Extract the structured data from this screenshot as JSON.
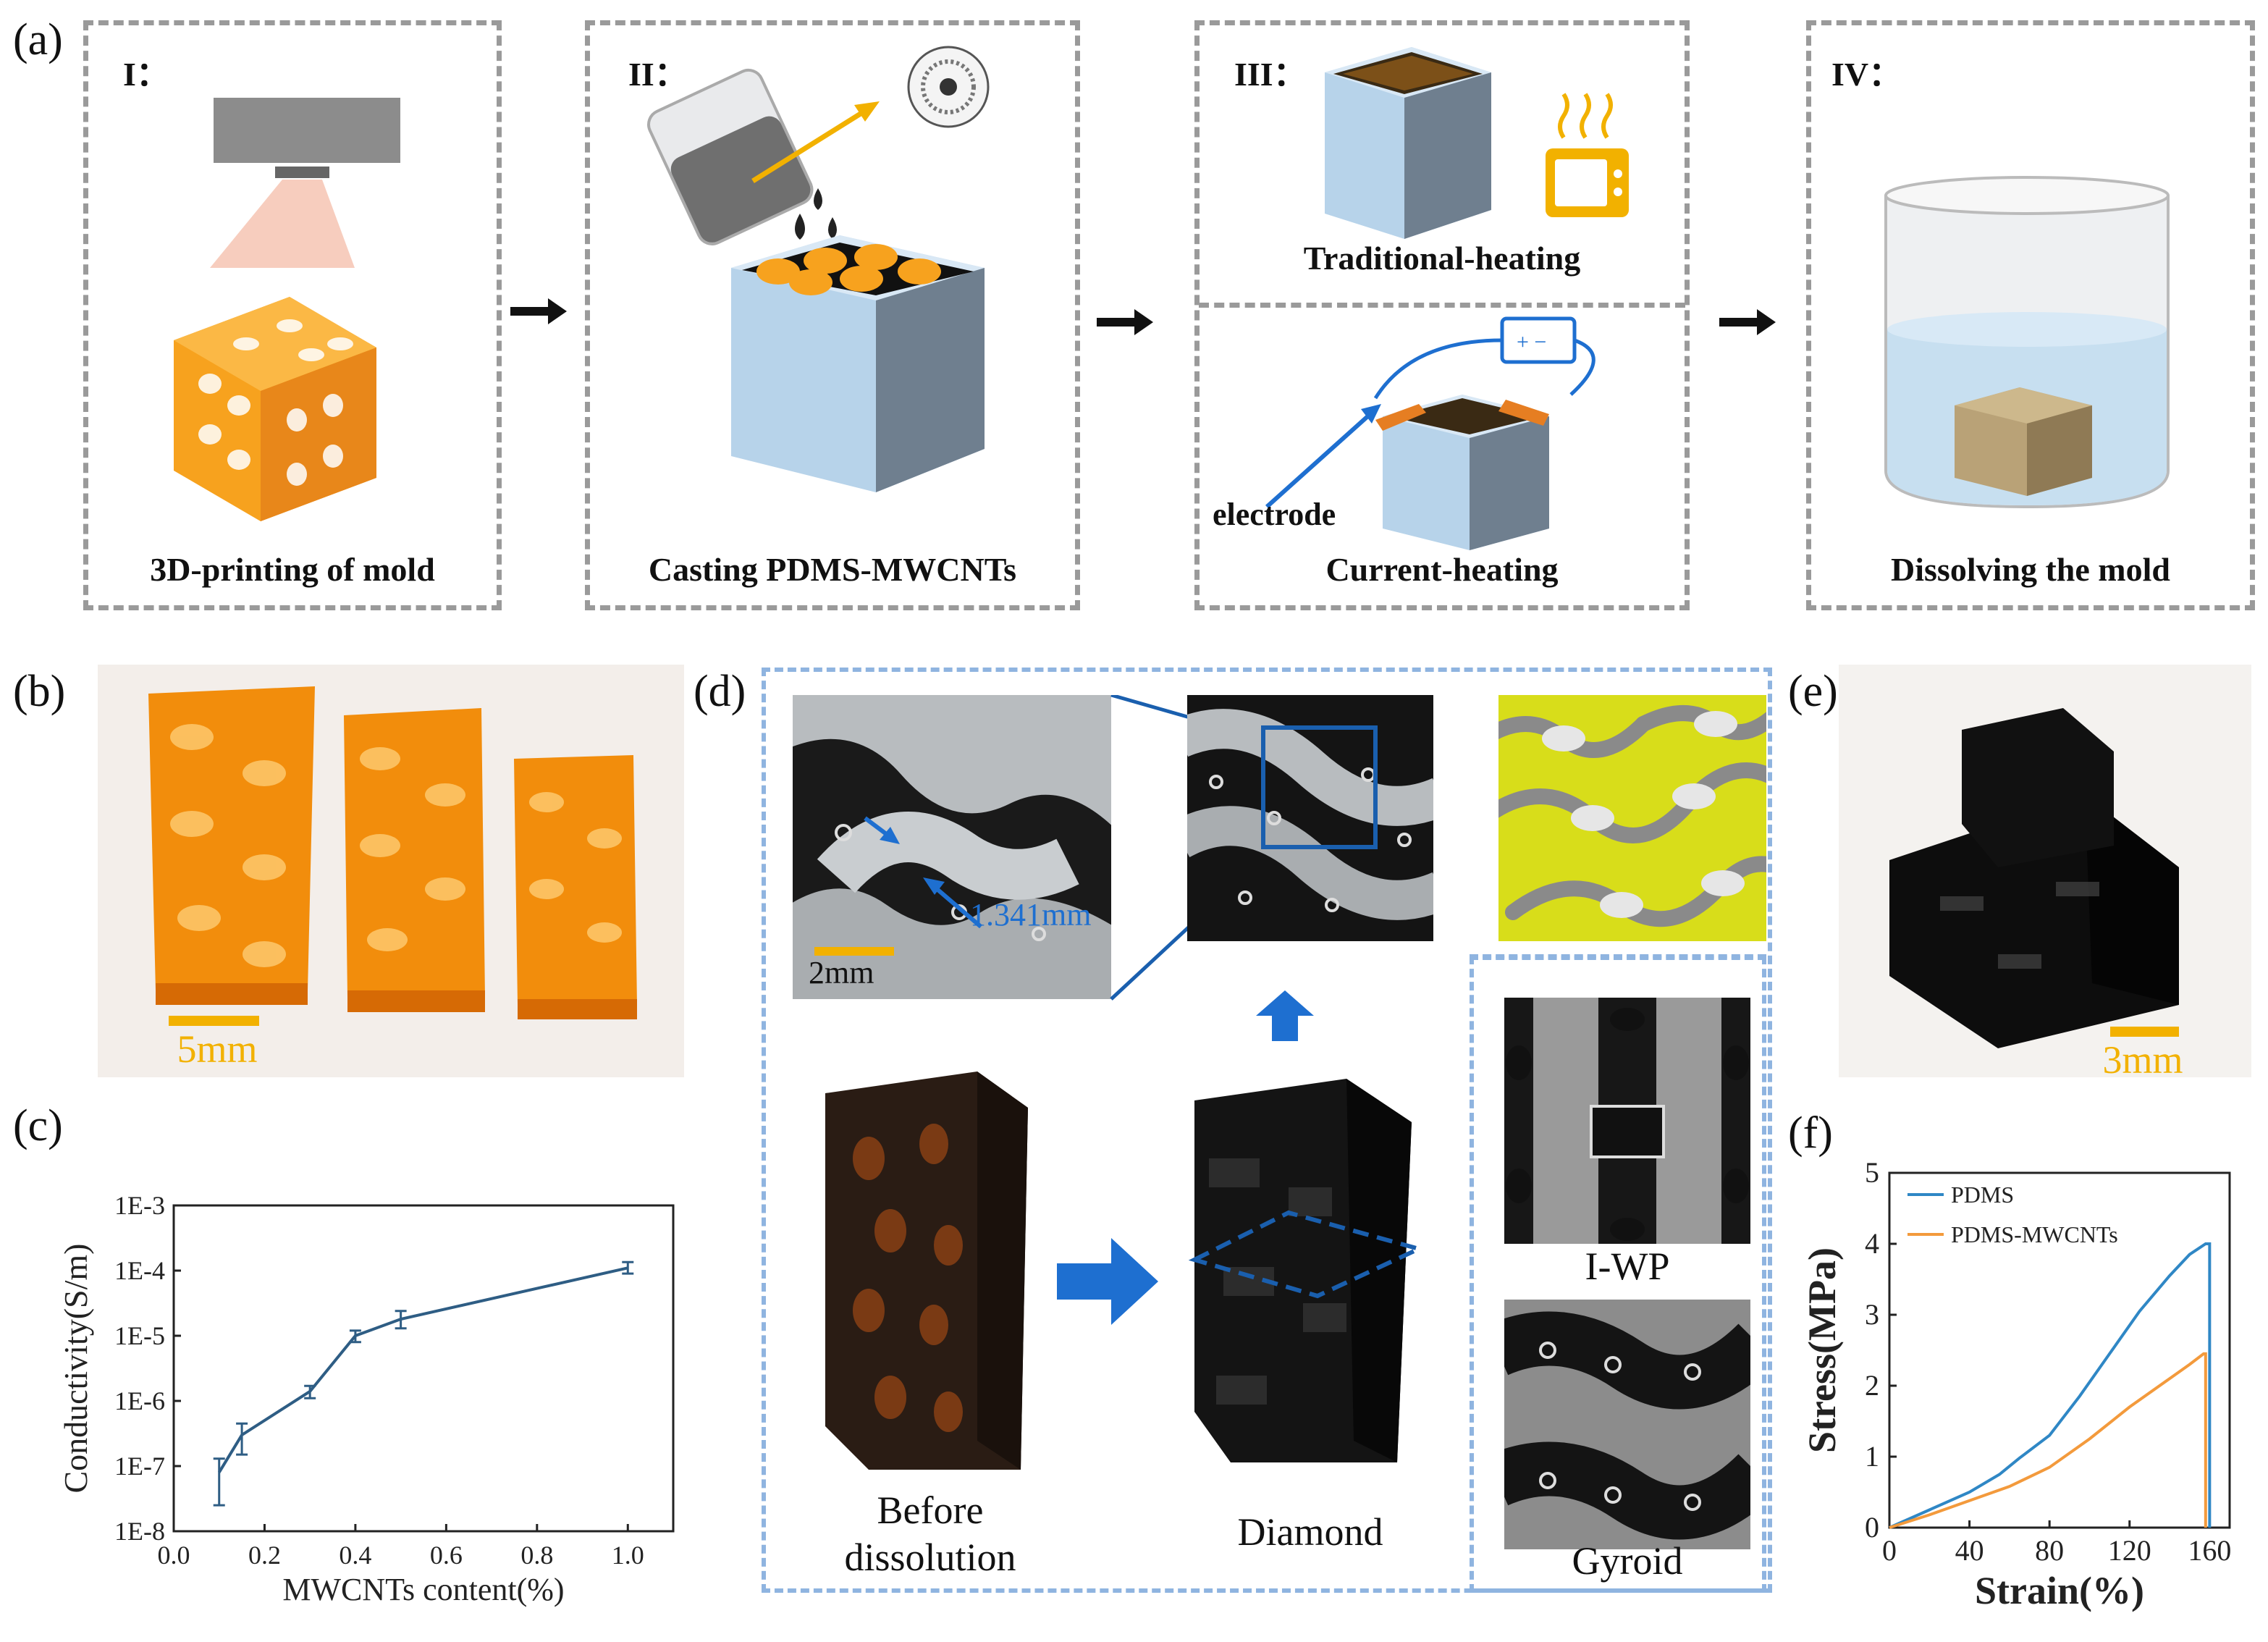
{
  "panels": {
    "a": "(a)",
    "b": "(b)",
    "c": "(c)",
    "d": "(d)",
    "e": "(e)",
    "f": "(f)"
  },
  "steps": [
    {
      "roman": "I：",
      "caption": "3D-printing of mold"
    },
    {
      "roman": "II：",
      "caption": "Casting PDMS-MWCNTs"
    },
    {
      "roman": "III：",
      "caption_top": "Traditional-heating",
      "caption_bottom": "Current-heating",
      "electrode": "electrode"
    },
    {
      "roman": "IV：",
      "caption": "Dissolving the mold"
    }
  ],
  "scale_bars": {
    "b": "5mm",
    "d": "2mm",
    "d_measure": "1.341mm",
    "e": "3mm"
  },
  "d_labels": {
    "before": "Before",
    "before2": "dissolution",
    "diamond": "Diamond",
    "iwp": "I-WP",
    "gyroid": "Gyroid"
  },
  "colors": {
    "orange": "#f59a1c",
    "accent_blue": "#1e6fd0",
    "box_blue": "#b7d3ea",
    "series_pdms": "#2f87c5",
    "series_mwcnt": "#f39a3c"
  },
  "chart_data": [
    {
      "id": "c",
      "type": "line",
      "xlabel": "MWCNTs content(%)",
      "ylabel": "Conductivity(S/m)",
      "yscale": "log",
      "xlim": [
        0.0,
        1.1
      ],
      "ylim_exponent": [
        -8,
        -3
      ],
      "x_ticks": [
        "0.0",
        "0.2",
        "0.4",
        "0.6",
        "0.8",
        "1.0"
      ],
      "y_ticks": [
        "1E-8",
        "1E-7",
        "1E-6",
        "1E-5",
        "1E-4",
        "1E-3"
      ],
      "x": [
        0.1,
        0.15,
        0.3,
        0.4,
        0.5,
        1.0
      ],
      "y": [
        8e-08,
        3e-07,
        1.4e-06,
        1e-05,
        1.8e-05,
        0.00011
      ],
      "err_low": [
        2.5e-08,
        1.5e-07,
        1.1e-06,
        8e-06,
        1.3e-05,
        9e-05
      ],
      "err_high": [
        1.3e-07,
        4.5e-07,
        1.7e-06,
        1.2e-05,
        2.4e-05,
        0.000135
      ]
    },
    {
      "id": "f",
      "type": "line",
      "xlabel": "Strain(%)",
      "ylabel": "Stress(MPa)",
      "xlim": [
        0,
        170
      ],
      "ylim": [
        0,
        5
      ],
      "x_ticks": [
        "0",
        "40",
        "80",
        "120",
        "160"
      ],
      "y_ticks": [
        "0",
        "1",
        "2",
        "3",
        "4",
        "5"
      ],
      "series": [
        {
          "name": "PDMS",
          "x": [
            0,
            20,
            40,
            55,
            65,
            80,
            95,
            110,
            125,
            140,
            150,
            158,
            160,
            160
          ],
          "y": [
            0,
            0.25,
            0.5,
            0.75,
            0.98,
            1.3,
            1.85,
            2.45,
            3.05,
            3.55,
            3.85,
            4.0,
            4.0,
            0
          ]
        },
        {
          "name": "PDMS-MWCNTs",
          "x": [
            0,
            20,
            40,
            60,
            80,
            100,
            120,
            140,
            150,
            157,
            158,
            158
          ],
          "y": [
            0,
            0.18,
            0.38,
            0.58,
            0.85,
            1.25,
            1.7,
            2.1,
            2.3,
            2.45,
            2.45,
            0
          ]
        }
      ],
      "legend": "top-left"
    }
  ]
}
